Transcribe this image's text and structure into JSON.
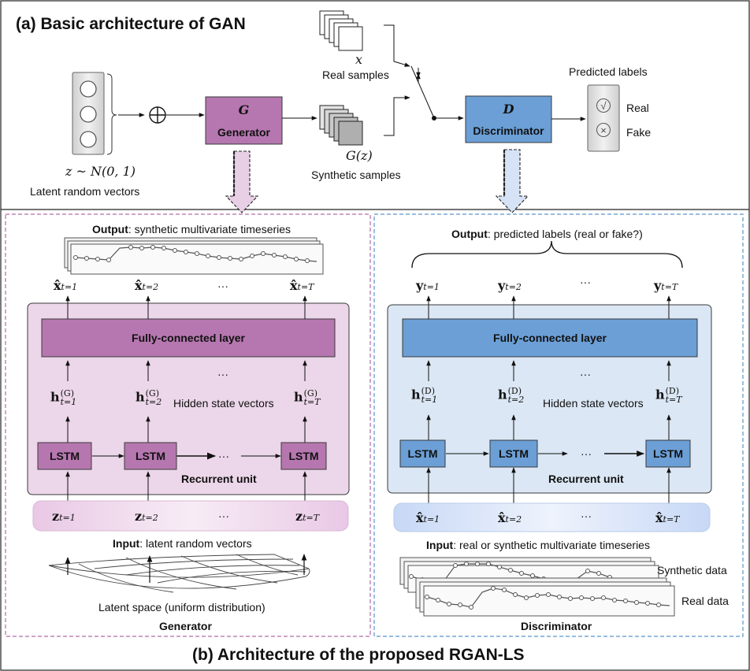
{
  "top": {
    "title": "(a) Basic architecture of GAN",
    "latent_formula": "z ~ N(0, 1)",
    "latent_label": "Latent random vectors",
    "generator": {
      "symbol": "G",
      "label": "Generator"
    },
    "synthetic_symbol": "G(z)",
    "synthetic_label": "Synthetic samples",
    "real_symbol": "x",
    "real_label": "Real samples",
    "discriminator": {
      "symbol": "D",
      "label": "Discriminator"
    },
    "predicted_title": "Predicted labels",
    "real_option": "Real",
    "fake_option": "Fake"
  },
  "generator_panel": {
    "output_bold": "Output",
    "output_rest": ": synthetic multivariate timeseries",
    "out_labels": [
      "x̂",
      "x̂",
      "x̂"
    ],
    "out_subs": [
      "t=1",
      "t=2",
      "t=T"
    ],
    "ellipsis": "···",
    "fc_label": "Fully-connected layer",
    "hidden_subs": [
      "t=1",
      "t=2",
      "t=T"
    ],
    "hidden_sup": "(G)",
    "hidden_label": "Hidden state vectors",
    "lstm": "LSTM",
    "recurrent_label": "Recurrent unit",
    "in_subs": [
      "t=1",
      "t=2",
      "t=T"
    ],
    "input_bold": "Input",
    "input_rest": ": latent random vectors",
    "latent_space": "Latent space (uniform distribution)",
    "footer": "Generator"
  },
  "discriminator_panel": {
    "output_bold": "Output",
    "output_rest": ": predicted labels (real or fake?)",
    "out_subs": [
      "t=1",
      "t=2",
      "t=T"
    ],
    "ellipsis": "···",
    "fc_label": "Fully-connected layer",
    "hidden_subs": [
      "t=1",
      "t=2",
      "t=T"
    ],
    "hidden_sup": "(D)",
    "hidden_label": "Hidden state vectors",
    "lstm": "LSTM",
    "recurrent_label": "Recurrent unit",
    "in_subs": [
      "t=1",
      "t=2",
      "t=T"
    ],
    "input_bold": "Input",
    "input_rest": ": real or synthetic multivariate timeseries",
    "synthetic_data": "Synthetic data",
    "real_data": "Real data",
    "footer": "Discriminator"
  },
  "bottom_title": "(b) Architecture of the proposed RGAN-LS",
  "colors": {
    "gen_fill": "#b677b0",
    "gen_panel": "#ecd6e9",
    "disc_fill": "#6b9fd6",
    "disc_panel": "#dbe7f4"
  }
}
